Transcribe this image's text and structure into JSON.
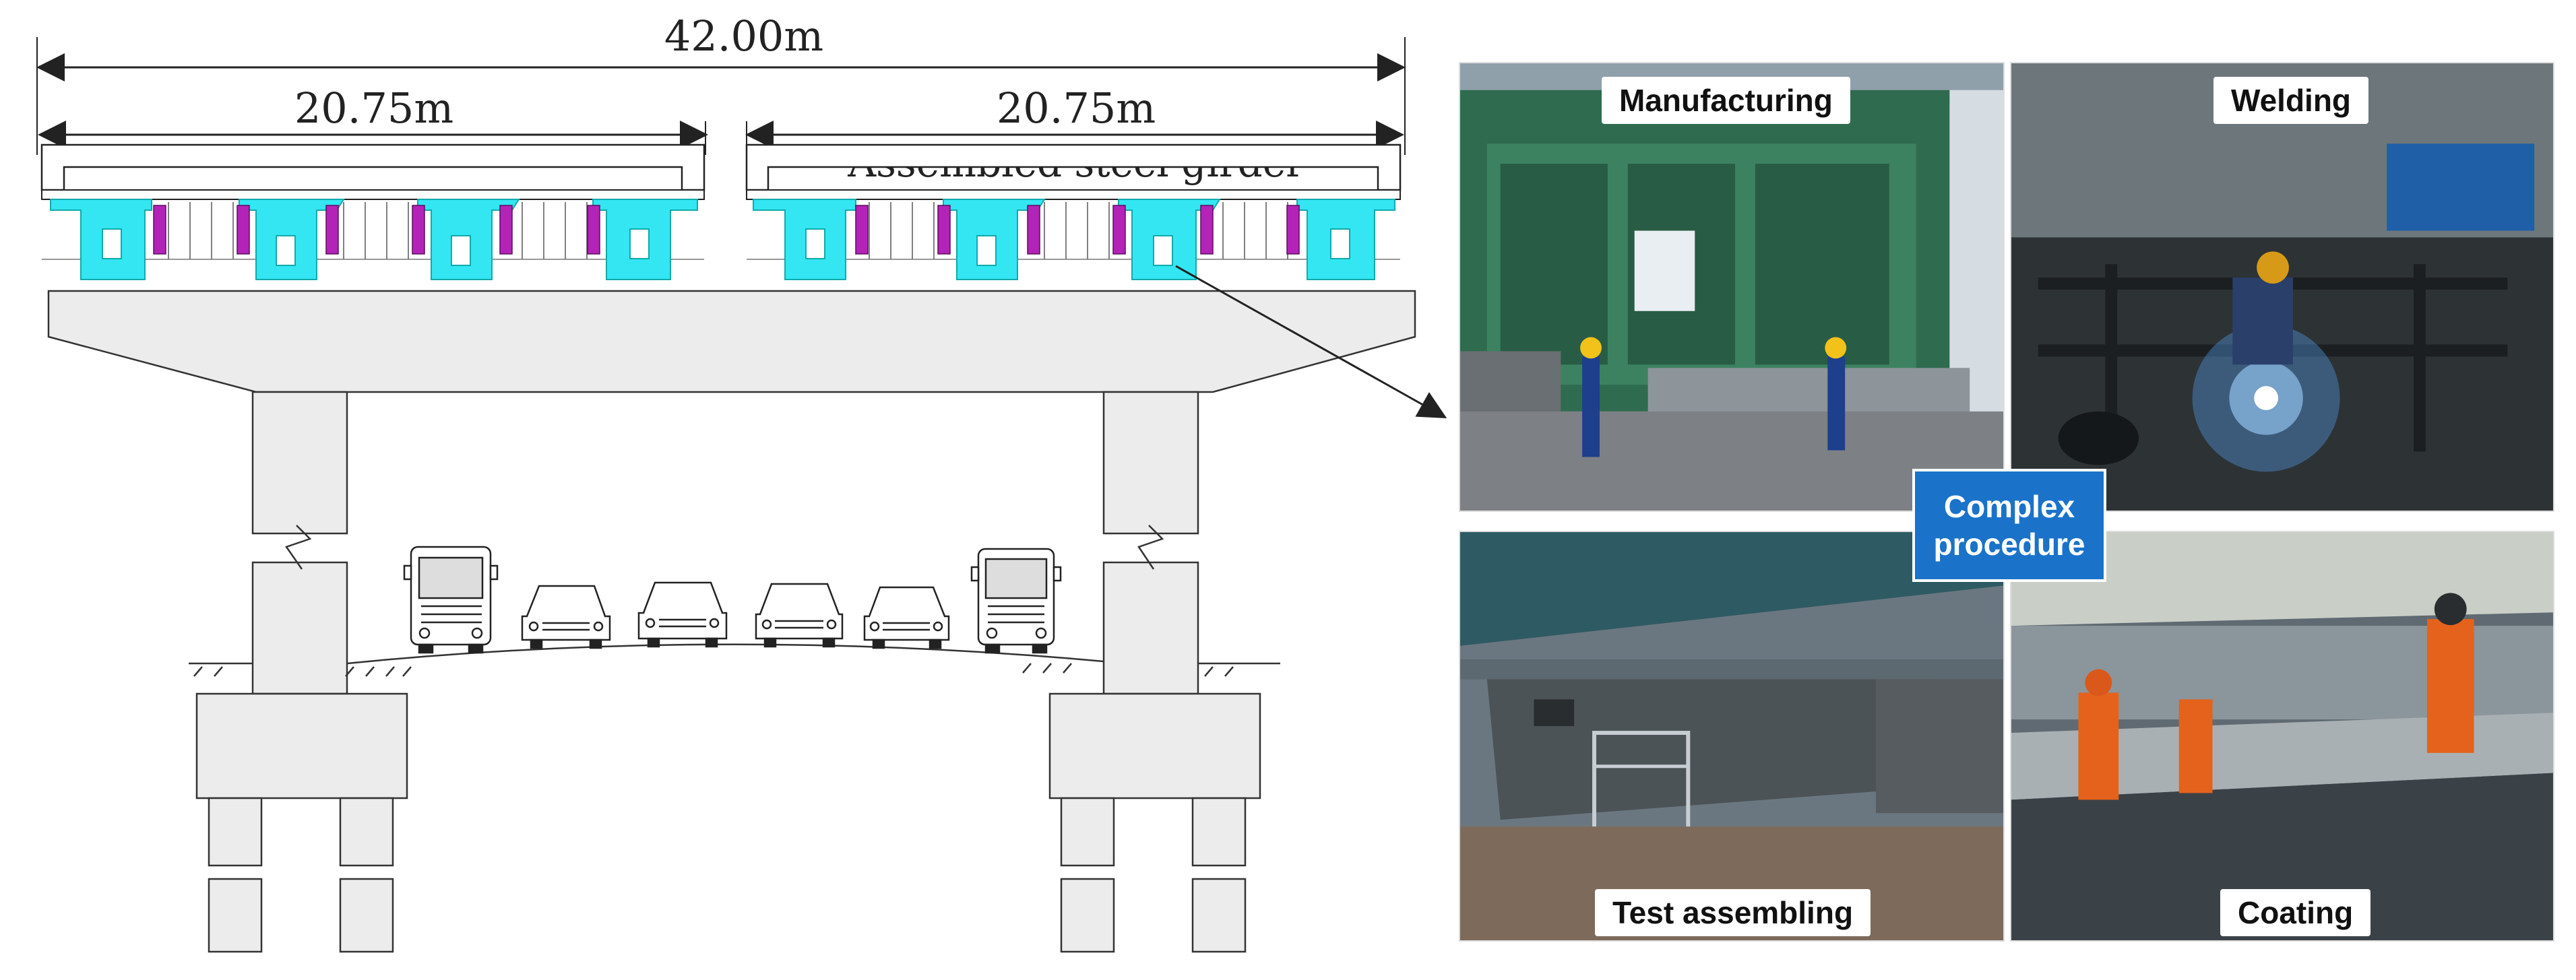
{
  "dimensions": {
    "total": "42.00m",
    "left_span": "20.75m",
    "right_span": "20.75m"
  },
  "girder_label": "Assembled steel girder",
  "photos": [
    {
      "key": "manufacturing",
      "label": "Manufacturing"
    },
    {
      "key": "welding",
      "label": "Welding"
    },
    {
      "key": "test_assembling",
      "label": "Test assembling"
    },
    {
      "key": "coating",
      "label": "Coating"
    }
  ],
  "center_badge": "Complex\nprocedure",
  "colors": {
    "steel_box": "#33e6f2",
    "connector": "#b423b8",
    "concrete": "#ececec",
    "badge": "#1a73c9"
  }
}
